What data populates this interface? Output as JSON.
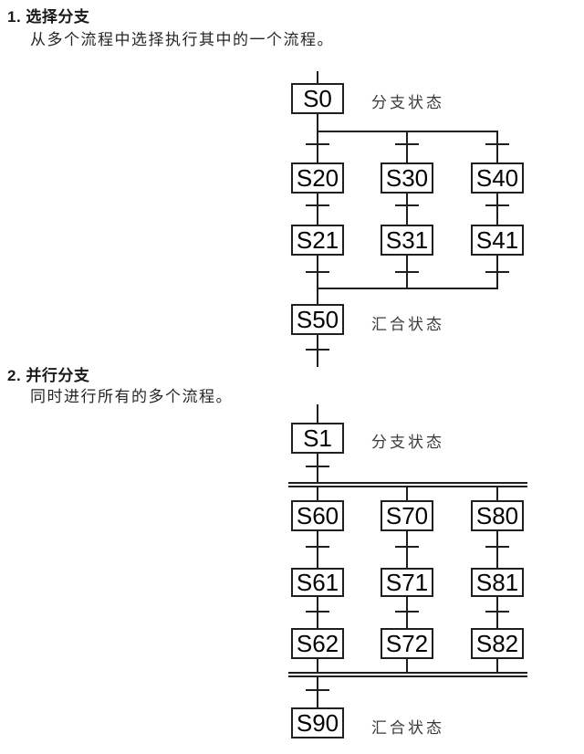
{
  "sections": [
    {
      "heading": "1. 选择分支",
      "description": "从多个流程中选择执行其中的一个流程。"
    },
    {
      "heading": "2. 并行分支",
      "description": "同时进行所有的多个流程。"
    }
  ],
  "diagrams": [
    {
      "type": "selection-branch",
      "initial_state": "S0",
      "branch_label": "分支状态",
      "branches": [
        [
          "S20",
          "S21"
        ],
        [
          "S30",
          "S31"
        ],
        [
          "S40",
          "S41"
        ]
      ],
      "merge_state": "S50",
      "merge_label": "汇合状态"
    },
    {
      "type": "parallel-branch",
      "initial_state": "S1",
      "branch_label": "分支状态",
      "branches": [
        [
          "S60",
          "S61",
          "S62"
        ],
        [
          "S70",
          "S71",
          "S72"
        ],
        [
          "S80",
          "S81",
          "S82"
        ]
      ],
      "merge_state": "S90",
      "merge_label": "汇合状态"
    }
  ],
  "colors": {
    "background": "#ffffff",
    "line": "#1f1f1f",
    "box_border": "#1f1f1f",
    "box_text": "#000000",
    "annotation_text": "#3c3c3c",
    "heading_text": "#1a1a1a"
  }
}
